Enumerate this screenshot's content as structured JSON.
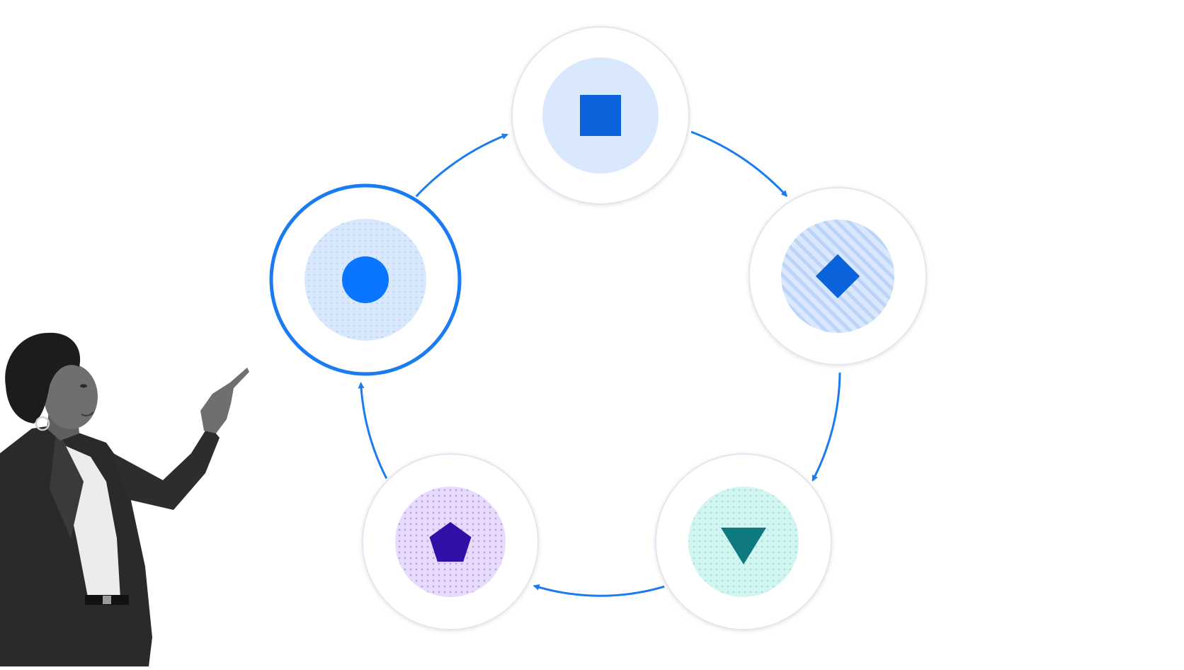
{
  "colors": {
    "background": "#ffffff",
    "accent": "#1a7cf0",
    "node_ring": "#e3e6f2",
    "blue_tint": "#d9e8fd",
    "blue_dots": "#b8d2f6",
    "blue_stripes": "#bcd5f7",
    "square_fill": "#0b63dc",
    "circle_fill": "#0a75ff",
    "diamond_fill": "#0b63dc",
    "teal_tint": "#d3f5f1",
    "teal_dots": "#9fe6dd",
    "triangle_fill": "#0e7a80",
    "purple_tint": "#e7dcfb",
    "purple_dots": "#c0a6f4",
    "pentagon_fill": "#2f0fa5",
    "person_hair": "#1c1c1c",
    "person_skin": "#6f6f6f",
    "person_jacket": "#2a2a2a",
    "person_shirt": "#efefef"
  },
  "diagram": {
    "type": "cycle",
    "direction": "clockwise",
    "active_node": "circle",
    "nodes": [
      {
        "id": "square",
        "icon": "square-icon",
        "pattern": "none"
      },
      {
        "id": "diamond",
        "icon": "diamond-icon",
        "pattern": "stripes"
      },
      {
        "id": "triangle",
        "icon": "triangle-down-icon",
        "pattern": "dots"
      },
      {
        "id": "pentagon",
        "icon": "pentagon-icon",
        "pattern": "dots"
      },
      {
        "id": "circle",
        "icon": "circle-icon",
        "pattern": "dots"
      }
    ],
    "edges": [
      {
        "from": "square",
        "to": "diamond"
      },
      {
        "from": "diamond",
        "to": "triangle"
      },
      {
        "from": "triangle",
        "to": "pentagon"
      },
      {
        "from": "pentagon",
        "to": "circle"
      },
      {
        "from": "circle",
        "to": "square"
      }
    ]
  },
  "illustration": {
    "subject": "person-pointing",
    "style": "grayscale-photo"
  }
}
